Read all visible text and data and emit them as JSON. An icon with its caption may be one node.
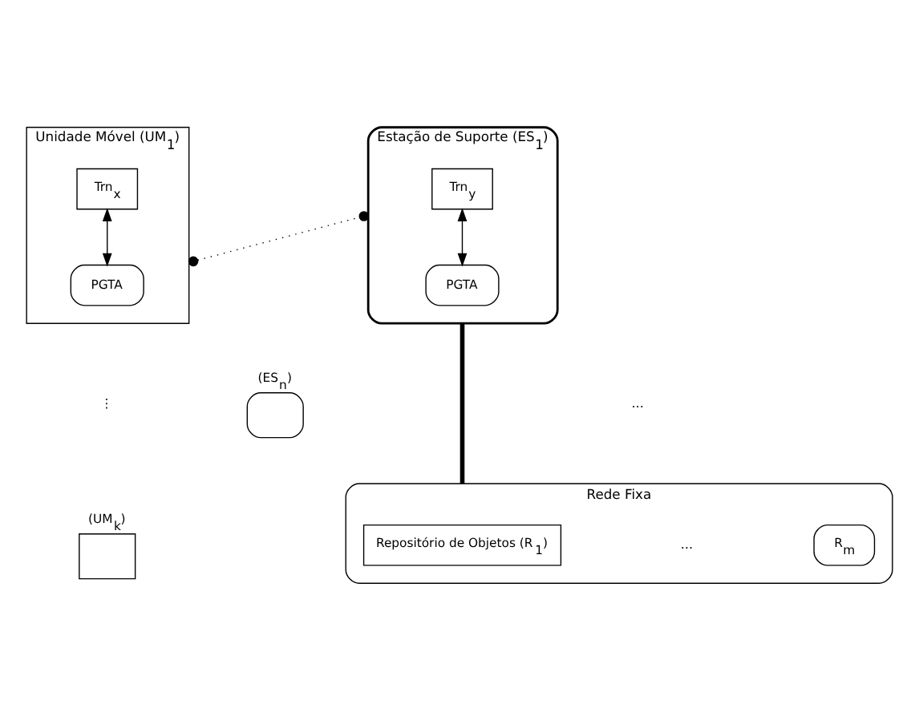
{
  "diagram": {
    "nodes": [
      {
        "text": [
          "Unidade Móvel (UM$_{1}$)"
        ]
      },
      {
        "text": [
          "Trn$_{x}$"
        ],
        "in": 0
      },
      {
        "text": [
          "PGTA"
        ],
        "in": 0
      },
      {
        "text": [
          "Estação de Suporte (ES$_{1}$)"
        ]
      },
      {
        "text": [
          "Trn$_{y}$"
        ],
        "in": 3
      },
      {
        "text": [
          "PGTA"
        ],
        "in": 3
      },
      {
        "text": [
          "(ES$_{n}$)"
        ]
      },
      {
        "text": [
          "(UM$_{k}$)"
        ]
      },
      {
        "text": [
          "Rede Fixa"
        ]
      },
      {
        "text": [
          "Repositório de Objetos (R$_{1}$)"
        ],
        "in": 8
      },
      {
        "text": [
          "R$_{m}$"
        ],
        "in": 8
      }
    ],
    "edges": [
      {
        "from": 1,
        "to": 2,
        "arrow": "both"
      },
      {
        "from": 0,
        "to": 3,
        "arrow": "other",
        "style": "dashed"
      },
      {
        "from": 4,
        "to": 5,
        "arrow": "both"
      },
      {
        "from": 3,
        "to": 8,
        "arrow": "none",
        "style": "thick"
      }
    ],
    "labels": [
      "⋮",
      "…",
      "…"
    ]
  }
}
